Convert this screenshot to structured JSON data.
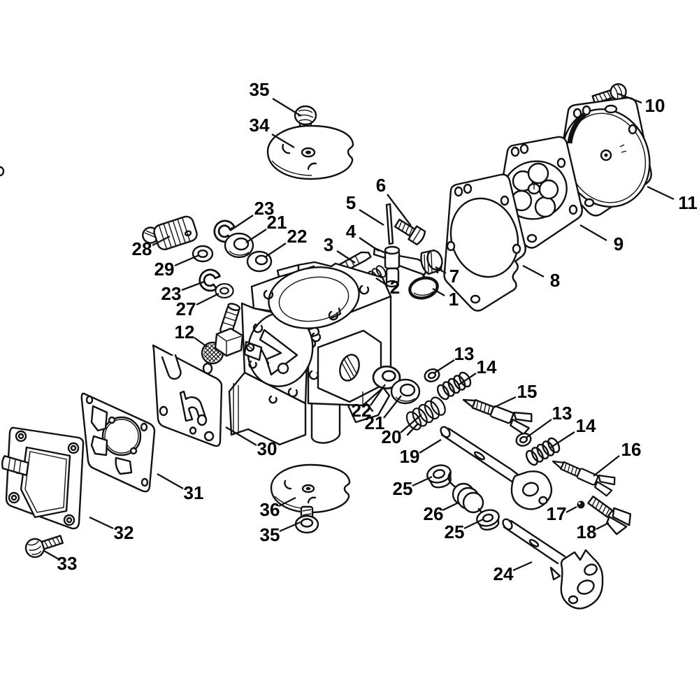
{
  "diagram": {
    "type": "exploded-parts-diagram",
    "subject": "carburetor-assembly",
    "background_color": "#ffffff",
    "line_color": "#111111",
    "label_color": "#000000",
    "callouts": [
      {
        "id": "c35-top",
        "number": "35",
        "part": "screw"
      },
      {
        "id": "c34",
        "number": "34",
        "part": "cover-disc"
      },
      {
        "id": "c10",
        "number": "10",
        "part": "screw"
      },
      {
        "id": "c11",
        "number": "11",
        "part": "diaphragm-cover"
      },
      {
        "id": "c9",
        "number": "9",
        "part": "metering-diaphragm"
      },
      {
        "id": "c8",
        "number": "8",
        "part": "gasket"
      },
      {
        "id": "c6",
        "number": "6",
        "part": "screw"
      },
      {
        "id": "c5",
        "number": "5",
        "part": "pin"
      },
      {
        "id": "c4",
        "number": "4",
        "part": "fork-clip"
      },
      {
        "id": "c3",
        "number": "3",
        "part": "inlet-needle"
      },
      {
        "id": "c2",
        "number": "2",
        "part": "spring"
      },
      {
        "id": "c7",
        "number": "7",
        "part": "valve-bushing"
      },
      {
        "id": "c1",
        "number": "1",
        "part": "plug"
      },
      {
        "id": "c23-top",
        "number": "23",
        "part": "e-clip"
      },
      {
        "id": "c21-top",
        "number": "21",
        "part": "bearing"
      },
      {
        "id": "c22-top",
        "number": "22",
        "part": "bushing"
      },
      {
        "id": "c28",
        "number": "28",
        "part": "threaded-plug"
      },
      {
        "id": "c29",
        "number": "29",
        "part": "washer"
      },
      {
        "id": "c23-bottom",
        "number": "23",
        "part": "e-clip"
      },
      {
        "id": "c27",
        "number": "27",
        "part": "washer"
      },
      {
        "id": "c12",
        "number": "12",
        "part": "inlet-screen"
      },
      {
        "id": "c30",
        "number": "30",
        "part": "pump-diaphragm"
      },
      {
        "id": "c31",
        "number": "31",
        "part": "pump-gasket"
      },
      {
        "id": "c32",
        "number": "32",
        "part": "pump-cover"
      },
      {
        "id": "c33",
        "number": "33",
        "part": "screw"
      },
      {
        "id": "c36",
        "number": "36",
        "part": "cover-disc"
      },
      {
        "id": "c35-bottom",
        "number": "35",
        "part": "screw"
      },
      {
        "id": "c22-mid",
        "number": "22",
        "part": "bushing"
      },
      {
        "id": "c21-mid",
        "number": "21",
        "part": "bearing"
      },
      {
        "id": "c20",
        "number": "20",
        "part": "spring"
      },
      {
        "id": "c19",
        "number": "19",
        "part": "throttle-shaft"
      },
      {
        "id": "c13-left",
        "number": "13",
        "part": "o-ring"
      },
      {
        "id": "c14-left",
        "number": "14",
        "part": "spring"
      },
      {
        "id": "c15",
        "number": "15",
        "part": "adjustment-screw"
      },
      {
        "id": "c13-right",
        "number": "13",
        "part": "o-ring"
      },
      {
        "id": "c14-right",
        "number": "14",
        "part": "spring"
      },
      {
        "id": "c16",
        "number": "16",
        "part": "adjustment-screw"
      },
      {
        "id": "c17",
        "number": "17",
        "part": "ball"
      },
      {
        "id": "c18",
        "number": "18",
        "part": "wing-screw"
      },
      {
        "id": "c25-top",
        "number": "25",
        "part": "cap"
      },
      {
        "id": "c26",
        "number": "26",
        "part": "torsion-spring"
      },
      {
        "id": "c25-bottom",
        "number": "25",
        "part": "washer"
      },
      {
        "id": "c24",
        "number": "24",
        "part": "choke-shaft"
      }
    ]
  }
}
